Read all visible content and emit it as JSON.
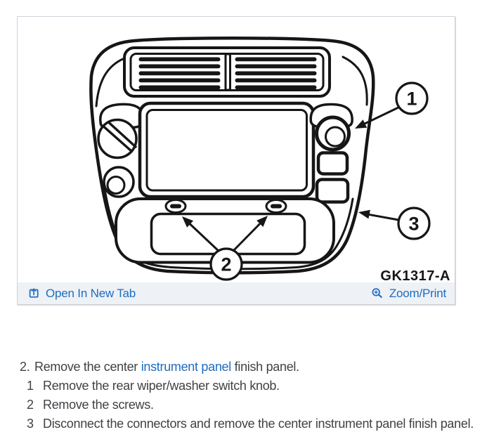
{
  "figure": {
    "code_label": "GK1317-A",
    "callout_1": "1",
    "callout_2": "2",
    "callout_3": "3"
  },
  "footer": {
    "open_in_new_tab": "Open In New Tab",
    "zoom_print": "Zoom/Print"
  },
  "instructions": {
    "step": {
      "number": "2.",
      "pre_link": "Remove the center ",
      "link": "instrument panel",
      "post_link": " finish panel."
    },
    "substeps": [
      {
        "num": "1",
        "text": "Remove the rear wiper/washer switch knob."
      },
      {
        "num": "2",
        "text": "Remove the screws."
      },
      {
        "num": "3",
        "text": "Disconnect the connectors and remove the center instrument panel finish panel."
      }
    ]
  },
  "colors": {
    "link_blue": "#1d6dc1",
    "body_text": "#3f4245",
    "footer_bg": "#eef1f5",
    "box_border": "#cfd3d9",
    "diagram_ink": "#161616"
  }
}
